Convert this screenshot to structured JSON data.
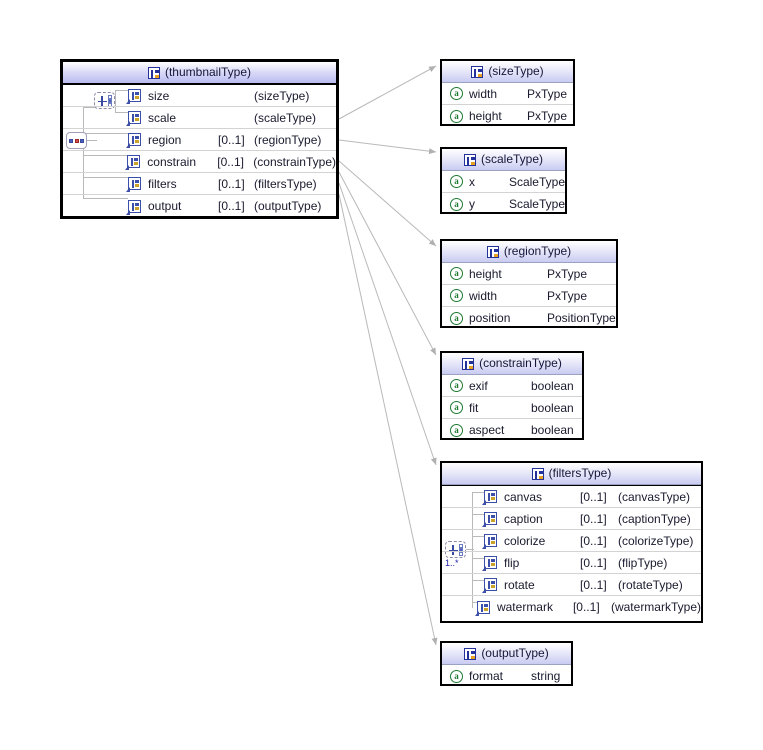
{
  "diagram": {
    "title": "thumbnailType XML Schema diagram",
    "colors": {
      "box_border": "#000000",
      "header_gradient_top": "#ffffff",
      "header_gradient_bottom": "#b9bbf0",
      "connector_line": "#b0b0b0",
      "element_icon": "#3b4fa8",
      "attribute_icon": "#1f7a32",
      "cardinality_text": "#2222aa",
      "row_separator": "#d3d3d3"
    },
    "boxes": [
      {
        "id": "thumbnailType",
        "kind": "complexType",
        "title": "(thumbnailType)",
        "icon": "complex-type-icon",
        "group_connector": "sequence",
        "sub_group_connector": "all",
        "rows": [
          {
            "icon": "element-icon",
            "name": "size",
            "cardinality": "",
            "type": "(sizeType)"
          },
          {
            "icon": "element-icon",
            "name": "scale",
            "cardinality": "",
            "type": "(scaleType)"
          },
          {
            "icon": "element-icon",
            "name": "region",
            "cardinality": "[0..1]",
            "type": "(regionType)"
          },
          {
            "icon": "element-icon",
            "name": "constrain",
            "cardinality": "[0..1]",
            "type": "(constrainType)"
          },
          {
            "icon": "element-icon",
            "name": "filters",
            "cardinality": "[0..1]",
            "type": "(filtersType)"
          },
          {
            "icon": "element-icon",
            "name": "output",
            "cardinality": "[0..1]",
            "type": "(outputType)"
          }
        ]
      },
      {
        "id": "sizeType",
        "kind": "complexType",
        "title": "(sizeType)",
        "icon": "complex-type-icon",
        "rows": [
          {
            "icon": "attribute-icon",
            "name": "width",
            "cardinality": "",
            "type": "PxType"
          },
          {
            "icon": "attribute-icon",
            "name": "height",
            "cardinality": "",
            "type": "PxType"
          }
        ]
      },
      {
        "id": "scaleType",
        "kind": "complexType",
        "title": "(scaleType)",
        "icon": "complex-type-icon",
        "rows": [
          {
            "icon": "attribute-icon",
            "name": "x",
            "cardinality": "",
            "type": "ScaleType"
          },
          {
            "icon": "attribute-icon",
            "name": "y",
            "cardinality": "",
            "type": "ScaleType"
          }
        ]
      },
      {
        "id": "regionType",
        "kind": "complexType",
        "title": "(regionType)",
        "icon": "complex-type-icon",
        "rows": [
          {
            "icon": "attribute-icon",
            "name": "height",
            "cardinality": "",
            "type": "PxType"
          },
          {
            "icon": "attribute-icon",
            "name": "width",
            "cardinality": "",
            "type": "PxType"
          },
          {
            "icon": "attribute-icon",
            "name": "position",
            "cardinality": "",
            "type": "PositionType"
          }
        ]
      },
      {
        "id": "constrainType",
        "kind": "complexType",
        "title": "(constrainType)",
        "icon": "complex-type-icon",
        "rows": [
          {
            "icon": "attribute-icon",
            "name": "exif",
            "cardinality": "",
            "type": "boolean"
          },
          {
            "icon": "attribute-icon",
            "name": "fit",
            "cardinality": "",
            "type": "boolean"
          },
          {
            "icon": "attribute-icon",
            "name": "aspect",
            "cardinality": "",
            "type": "boolean"
          }
        ]
      },
      {
        "id": "filtersType",
        "kind": "complexType",
        "title": "(filtersType)",
        "icon": "complex-type-icon",
        "group_connector": "all",
        "group_cardinality": "1..*",
        "rows": [
          {
            "icon": "element-icon",
            "name": "canvas",
            "cardinality": "[0..1]",
            "type": "(canvasType)"
          },
          {
            "icon": "element-icon",
            "name": "caption",
            "cardinality": "[0..1]",
            "type": "(captionType)"
          },
          {
            "icon": "element-icon",
            "name": "colorize",
            "cardinality": "[0..1]",
            "type": "(colorizeType)"
          },
          {
            "icon": "element-icon",
            "name": "flip",
            "cardinality": "[0..1]",
            "type": "(flipType)"
          },
          {
            "icon": "element-icon",
            "name": "rotate",
            "cardinality": "[0..1]",
            "type": "(rotateType)"
          },
          {
            "icon": "element-icon",
            "name": "watermark",
            "cardinality": "[0..1]",
            "type": "(watermarkType)"
          }
        ]
      },
      {
        "id": "outputType",
        "kind": "complexType",
        "title": "(outputType)",
        "icon": "complex-type-icon",
        "rows": [
          {
            "icon": "attribute-icon",
            "name": "format",
            "cardinality": "",
            "type": "string"
          }
        ]
      }
    ],
    "connections": [
      {
        "from": "thumbnailType.size",
        "to": "sizeType"
      },
      {
        "from": "thumbnailType.scale",
        "to": "scaleType"
      },
      {
        "from": "thumbnailType.region",
        "to": "regionType"
      },
      {
        "from": "thumbnailType.constrain",
        "to": "constrainType"
      },
      {
        "from": "thumbnailType.filters",
        "to": "filtersType"
      },
      {
        "from": "thumbnailType.output",
        "to": "outputType"
      }
    ]
  }
}
